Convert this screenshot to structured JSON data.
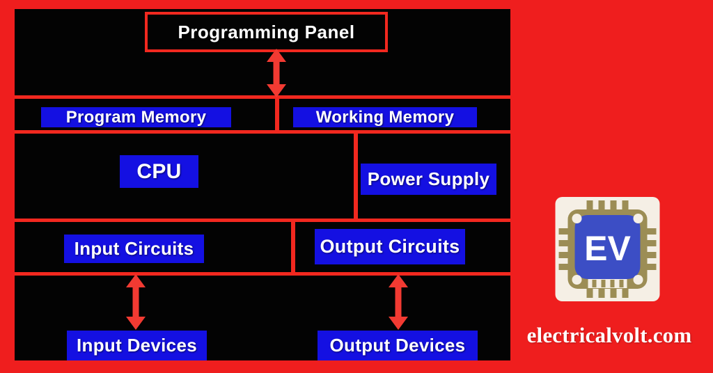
{
  "colors": {
    "page_red": "#ef1e1e",
    "line_red": "#f2281f",
    "arrow_red": "#f23a32",
    "box_blue": "#1410e2",
    "panel_black": "#030303",
    "text_white": "#ffffff",
    "logo_cream": "#f5efe5",
    "logo_tan": "#9c8d55",
    "logo_blue": "#3c4ec5"
  },
  "diagram": {
    "programming_panel": "Programming Panel",
    "program_memory": "Program Memory",
    "working_memory": "Working Memory",
    "cpu": "CPU",
    "power_supply": "Power Supply",
    "input_circuits": "Input Circuits",
    "output_circuits": "Output Circuits",
    "input_devices": "Input Devices",
    "output_devices": "Output Devices"
  },
  "branding": {
    "logo_text": "EV",
    "website": "electricalvolt.com"
  }
}
